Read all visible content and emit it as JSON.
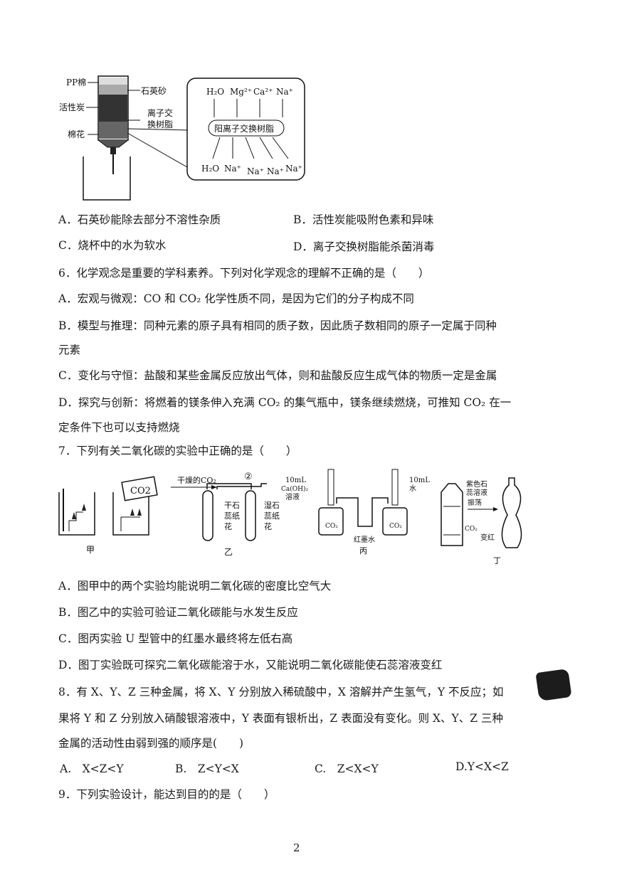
{
  "fig5": {
    "labels": {
      "pp": "PP棉",
      "carbon": "活性炭",
      "cotton": "棉花",
      "quartz": "石英砂",
      "resin1": "离子交",
      "resin2": "换树脂"
    },
    "top_ions": [
      "H₂O",
      "Mg²⁺",
      "Ca²⁺",
      "Na⁺"
    ],
    "resin_box": "阳离子交换树脂",
    "bottom_ions": [
      "H₂O",
      "Na⁺",
      "Na⁺",
      "Na⁺",
      "Na⁺"
    ]
  },
  "q5": {
    "A": "A．石英砂能除去部分不溶性杂质",
    "B": "B．活性炭能吸附色素和异味",
    "C": "C．烧杯中的水为软水",
    "D": "D．离子交换树脂能杀菌消毒"
  },
  "q6": {
    "stem": "6．化学观念是重要的学科素养。下列对化学观念的理解不正确的是（　　）",
    "A": "A．宏观与微观：CO 和 CO₂ 化学性质不同，是因为它们的分子构成不同",
    "B1": "B．模型与推理：同种元素的原子具有相同的质子数，因此质子数相同的原子一定属于同种",
    "B2": "元素",
    "C": "C．变化与守恒：盐酸和某些金属反应放出气体，则和盐酸反应生成气体的物质一定是金属",
    "D1": "D．探究与创新：将燃着的镁条伸入充满 CO₂ 的集气瓶中，镁条继续燃烧，可推知 CO₂ 在一",
    "D2": "定条件下也可以支持燃烧"
  },
  "q7": {
    "stem": "7．下列有关二氧化碳的实验中正确的是（　　）",
    "fig": {
      "jia": "甲",
      "co2": "CO2",
      "dry": "干燥的CO₂",
      "circ2": "②",
      "dry_paper": [
        "干石",
        "蕊纸",
        "花"
      ],
      "wet_paper": [
        "湿石",
        "蕊纸",
        "花"
      ],
      "yi": "乙",
      "left_syringe": [
        "10mL",
        "Ca(OH)₂",
        "溶液"
      ],
      "right_syringe": [
        "10mL",
        "水"
      ],
      "bottle": "CO₂",
      "ink": "红墨水",
      "bing": "丙",
      "litmus": [
        "紫色石",
        "蕊溶液",
        "振荡"
      ],
      "ding_co2": "CO₂",
      "red": "变红",
      "ding": "丁"
    },
    "A": "A．图甲中的两个实验均能说明二氧化碳的密度比空气大",
    "B": "B．图乙中的实验可验证二氧化碳能与水发生反应",
    "C": "C．图丙实验 U 型管中的红墨水最终将左低右高",
    "D": "D．图丁实验既可探究二氧化碳能溶于水，又能说明二氧化碳能使石蕊溶液变红"
  },
  "q8": {
    "l1": "8．有 X、Y、Z 三种金属，将 X、Y 分别放入稀硫酸中，X 溶解并产生氢气，Y 不反应；如",
    "l2": "果将 Y 和 Z 分别放入硝酸银溶液中，Y 表面有银析出，Z 表面没有变化。则 X、Y、Z 三种",
    "l3": "金属的活动性由弱到强的顺序是(　　)",
    "A": "A.　X<Z<Y",
    "B": "B.　Z<Y<X",
    "C": "C.　Z<X<Y",
    "D": "D.Y<X<Z"
  },
  "q9": {
    "stem": "9．下列实验设计，能达到目的的是（　　）"
  },
  "page_number": "2"
}
